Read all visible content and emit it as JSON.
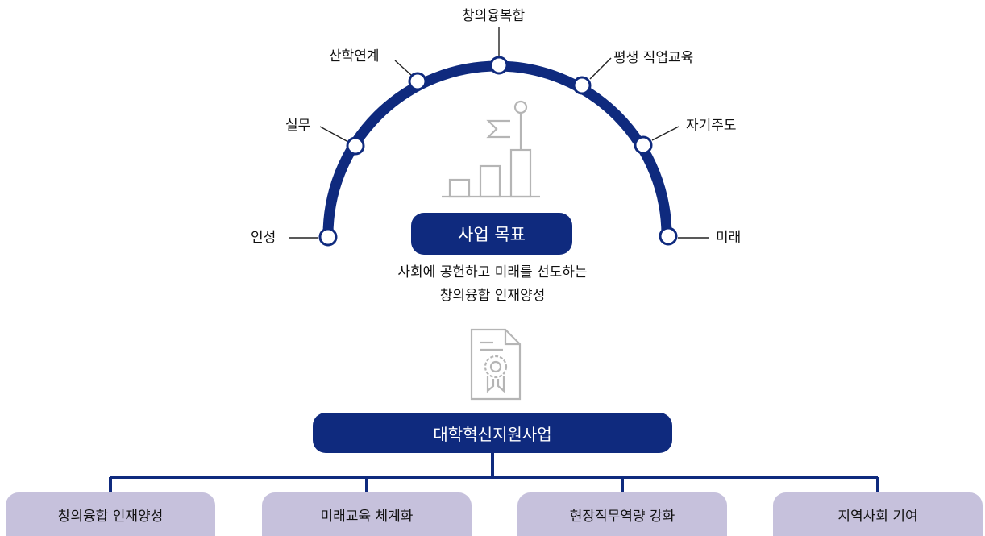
{
  "arc_labels": {
    "left": "인성",
    "practical": "실무",
    "industry": "산학연계",
    "top": "창의융복합",
    "lifelong": "평생 직업교육",
    "self": "자기주도",
    "right": "미래"
  },
  "goal": {
    "title": "사업 목표",
    "line1": "사회에 공헌하고 미래를 선도하는",
    "line2": "창의융합 인재양성"
  },
  "program": {
    "title": "대학혁신지원사업"
  },
  "outcomes": [
    "창의융합 인재양성",
    "미래교육 체계화",
    "현장직무역량 강화",
    "지역사회 기여"
  ],
  "colors": {
    "navy": "#0f2a7e",
    "lavender": "#c6c1dc",
    "icon_gray": "#b5b5b5"
  },
  "icons": [
    "growth-chart-flag-icon",
    "certificate-icon"
  ]
}
